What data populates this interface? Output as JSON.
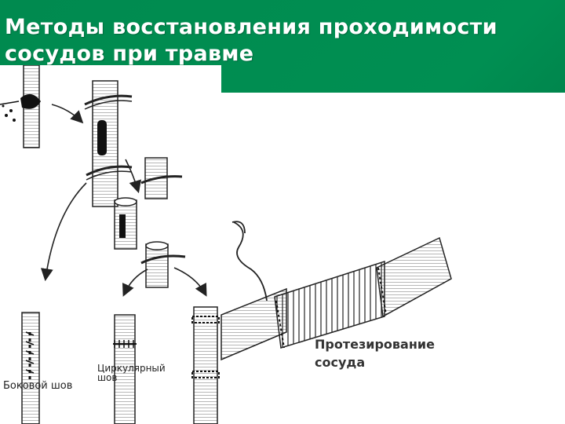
{
  "slide": {
    "title_line1": "Методы  восстановления проходимости",
    "title_line2": "сосудов при  травме"
  },
  "labels": {
    "side_suture": "Боковой шов",
    "circular_suture_line1": "Циркулярный",
    "circular_suture_line2": "шов",
    "prosthesis_line1": "Протезирование",
    "prosthesis_line2": "сосуда"
  },
  "colors": {
    "background": "#008a4f",
    "title_text": "#ffffff",
    "panel": "#ffffff",
    "ink": "#1a1a1a"
  }
}
